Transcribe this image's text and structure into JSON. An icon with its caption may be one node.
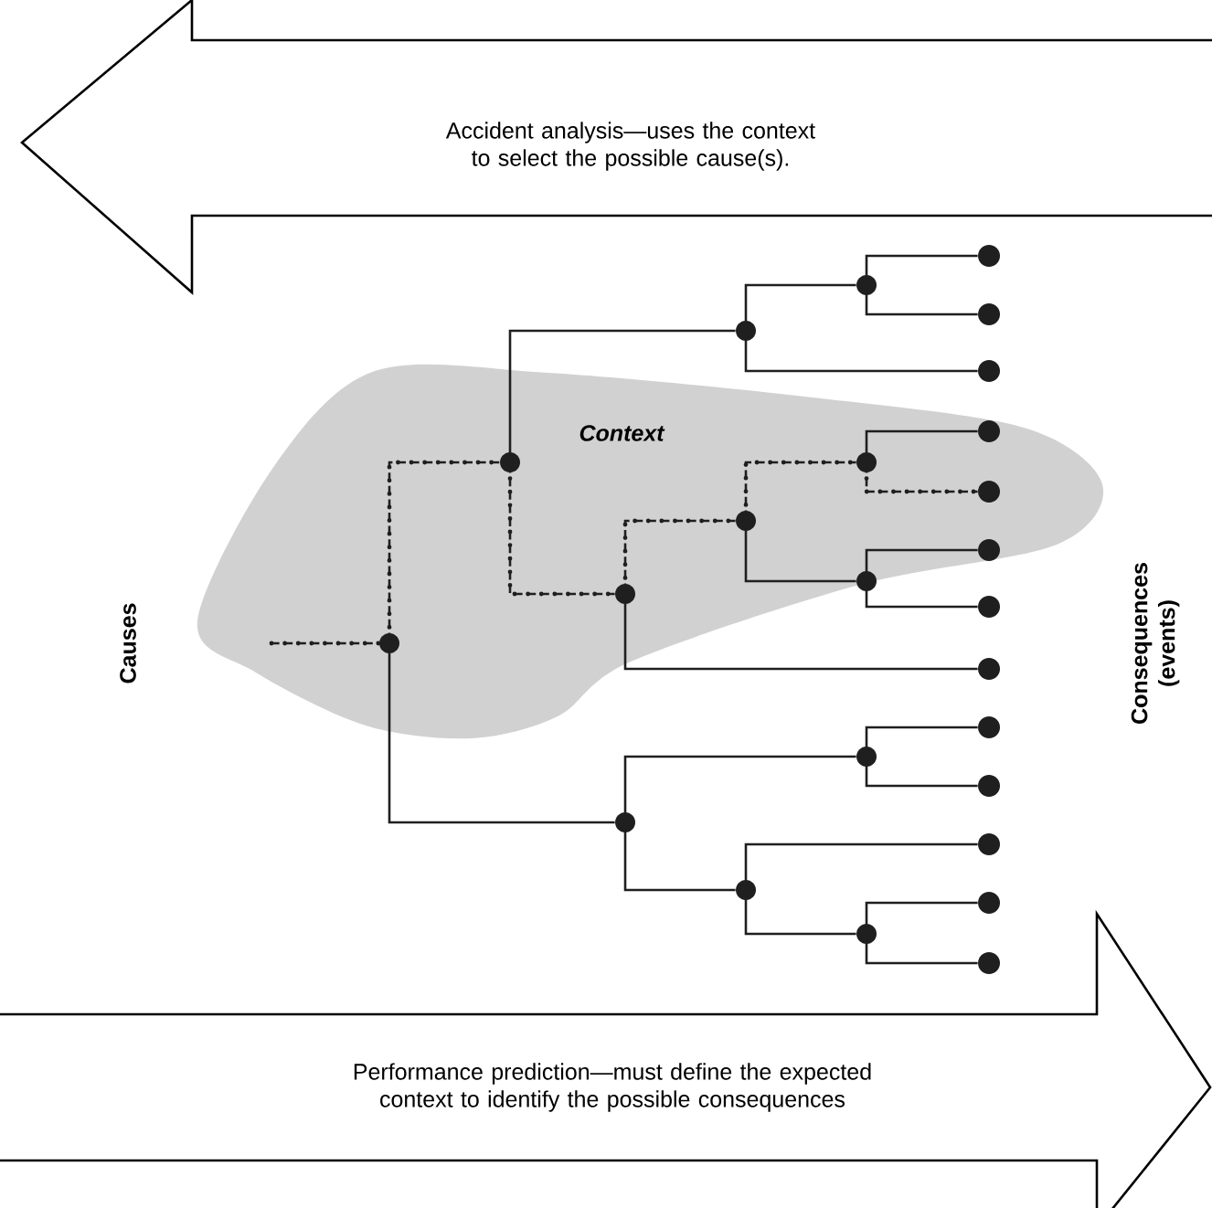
{
  "diagram": {
    "nodes": [
      {
        "text": [
          "Accident analysis—uses the context to select the possible cause(s)."
        ]
      },
      {
        "text": [
          "Performance prediction—must define the expected context to identify the possible consequences"
        ]
      },
      {
        "text": [
          "Context"
        ]
      },
      {
        "text": [],
        "shape": "circle"
      },
      {
        "text": [],
        "shape": "circle"
      },
      {
        "text": [],
        "shape": "circle"
      },
      {
        "text": [],
        "shape": "circle"
      },
      {
        "text": [],
        "shape": "circle"
      },
      {
        "text": [],
        "shape": "circle"
      },
      {
        "text": [],
        "shape": "circle"
      },
      {
        "text": [],
        "shape": "circle"
      },
      {
        "text": [],
        "shape": "circle"
      },
      {
        "text": [],
        "shape": "circle"
      },
      {
        "text": [],
        "shape": "circle"
      },
      {
        "text": [],
        "shape": "circle"
      },
      {
        "text": [],
        "shape": "circle"
      },
      {
        "text": [],
        "shape": "circle"
      },
      {
        "text": [],
        "shape": "circle"
      },
      {
        "text": [],
        "shape": "circle"
      },
      {
        "text": [],
        "shape": "circle"
      },
      {
        "text": [],
        "shape": "circle"
      },
      {
        "text": [],
        "shape": "circle"
      },
      {
        "text": [],
        "shape": "circle"
      },
      {
        "text": [],
        "shape": "circle"
      },
      {
        "text": [],
        "shape": "circle"
      },
      {
        "text": [],
        "shape": "circle"
      },
      {
        "text": [],
        "shape": "circle"
      },
      {
        "text": [],
        "shape": "circle"
      }
    ],
    "edges": [
      {
        "from": null,
        "to": 3,
        "arrow": "none",
        "style": "dashed"
      },
      {
        "from": 3,
        "to": 4,
        "arrow": "none",
        "style": "dashed"
      },
      {
        "from": 4,
        "to": 5,
        "arrow": "none"
      },
      {
        "from": 5,
        "to": 6,
        "arrow": "none"
      },
      {
        "from": 6,
        "to": 15,
        "arrow": "none"
      },
      {
        "from": 6,
        "to": 16,
        "arrow": "none"
      },
      {
        "from": 5,
        "to": 17,
        "arrow": "none"
      },
      {
        "from": 4,
        "to": 7,
        "arrow": "none",
        "style": "dashed"
      },
      {
        "from": 7,
        "to": 8,
        "arrow": "none",
        "style": "dashed"
      },
      {
        "from": 8,
        "to": 9,
        "arrow": "none",
        "style": "dashed"
      },
      {
        "from": 9,
        "to": 18,
        "arrow": "none"
      },
      {
        "from": 9,
        "to": 19,
        "arrow": "none",
        "style": "dashed"
      },
      {
        "from": 8,
        "to": 10,
        "arrow": "none"
      },
      {
        "from": 10,
        "to": 20,
        "arrow": "none"
      },
      {
        "from": 10,
        "to": 21,
        "arrow": "none"
      },
      {
        "from": 7,
        "to": 22,
        "arrow": "none"
      },
      {
        "from": 3,
        "to": 11,
        "arrow": "none"
      },
      {
        "from": 11,
        "to": 12,
        "arrow": "none"
      },
      {
        "from": 12,
        "to": 23,
        "arrow": "none"
      },
      {
        "from": 12,
        "to": 24,
        "arrow": "none"
      },
      {
        "from": 11,
        "to": 13,
        "arrow": "none"
      },
      {
        "from": 13,
        "to": 25,
        "arrow": "none"
      },
      {
        "from": 13,
        "to": 14,
        "arrow": "none"
      },
      {
        "from": 14,
        "to": 26,
        "arrow": "none"
      },
      {
        "from": 14,
        "to": 27,
        "arrow": "none"
      }
    ],
    "labels": [
      "Causes",
      "Consequences (events)"
    ]
  }
}
